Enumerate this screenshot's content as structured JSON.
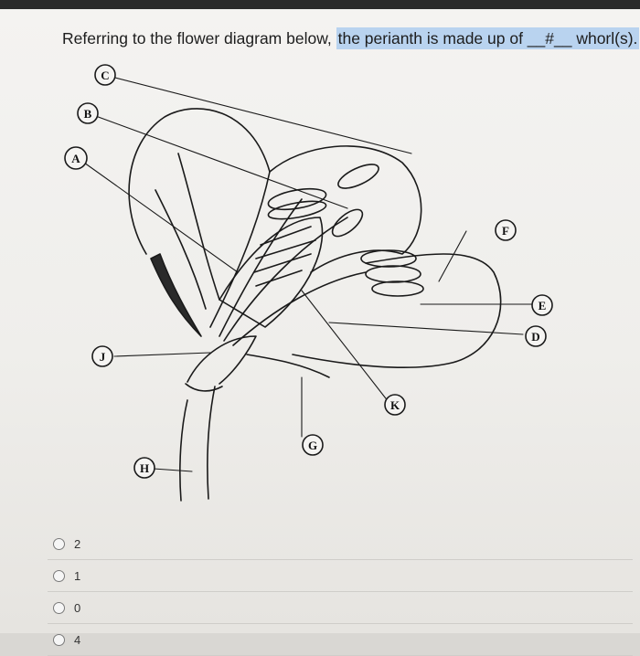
{
  "question": {
    "prefix": "Referring to the flower diagram below, ",
    "highlighted": "the perianth is made up of __#__ whorl(s)."
  },
  "diagram": {
    "labels": [
      "A",
      "B",
      "C",
      "D",
      "E",
      "F",
      "G",
      "H",
      "J",
      "K"
    ]
  },
  "options": [
    {
      "label": "2"
    },
    {
      "label": "1"
    },
    {
      "label": "0"
    },
    {
      "label": "4"
    }
  ]
}
